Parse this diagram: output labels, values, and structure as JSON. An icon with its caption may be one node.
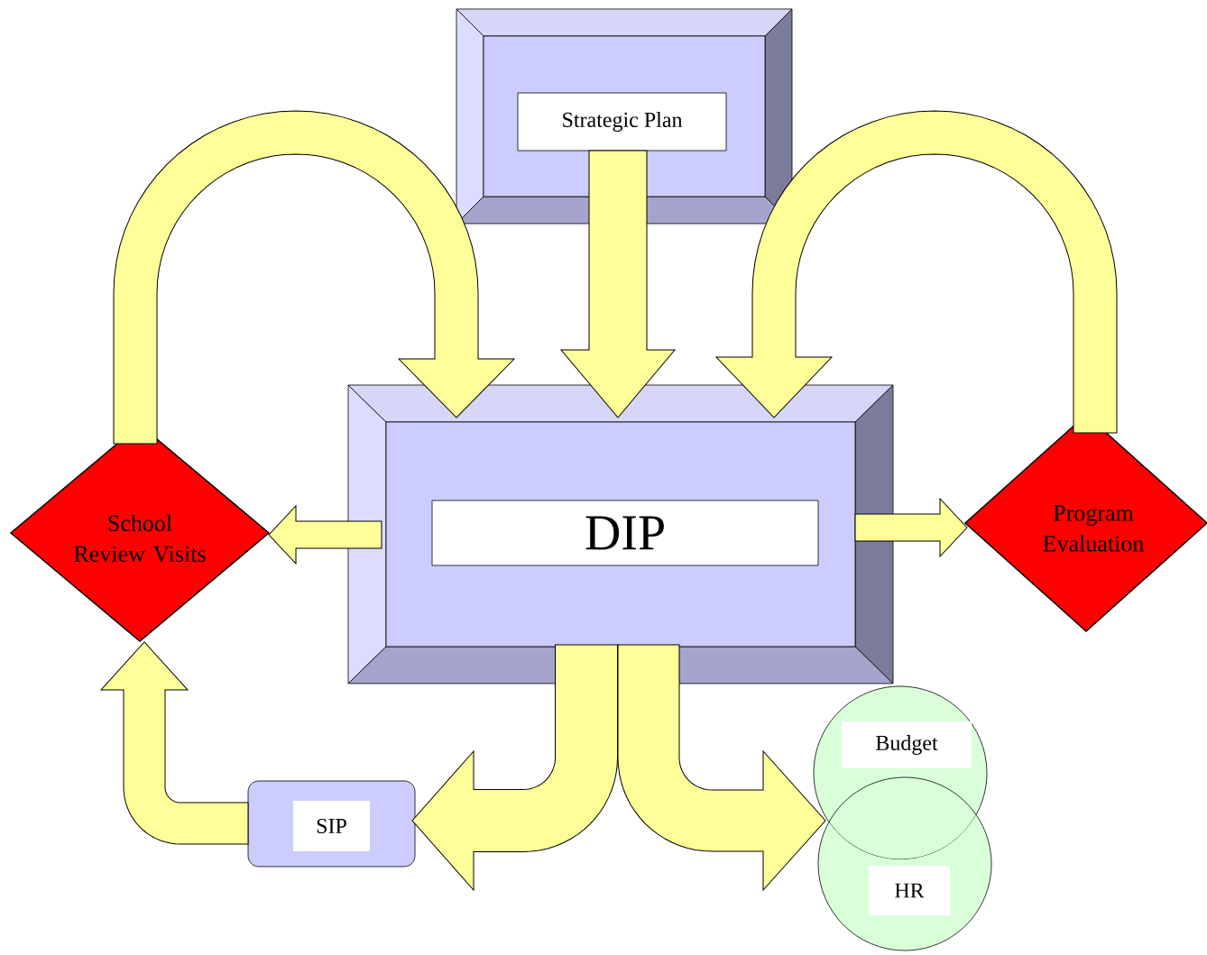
{
  "diagram": {
    "nodes": [
      {
        "text": [
          "Strategic Plan"
        ]
      },
      {
        "text": [
          "DIP"
        ]
      },
      {
        "text": [
          "School Review Visits"
        ]
      },
      {
        "text": [
          "Program Evaluation"
        ]
      },
      {
        "text": [
          "SIP"
        ]
      },
      {
        "text": [
          "Budget"
        ]
      },
      {
        "text": [
          "HR"
        ]
      }
    ],
    "edges": [
      {
        "from": 0,
        "to": 1,
        "arrow": "to"
      },
      {
        "from": 2,
        "to": 1,
        "arrow": "to"
      },
      {
        "from": 3,
        "to": 1,
        "arrow": "to"
      },
      {
        "from": 1,
        "to": 2,
        "arrow": "to"
      },
      {
        "from": 1,
        "to": 3,
        "arrow": "to"
      },
      {
        "from": 1,
        "to": 4,
        "arrow": "to"
      },
      {
        "from": 1,
        "to": 5,
        "arrow": "to"
      },
      {
        "from": 4,
        "to": 2,
        "arrow": "to"
      }
    ]
  }
}
